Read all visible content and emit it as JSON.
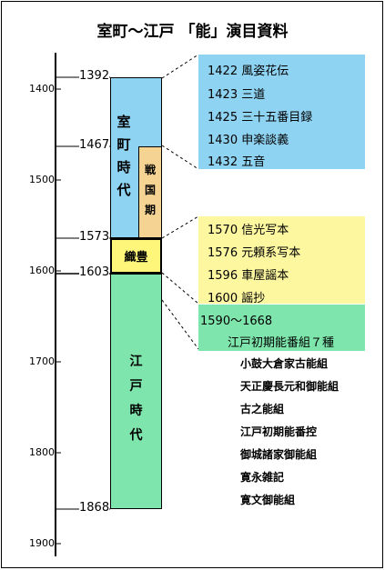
{
  "title": "室町～江戸 「能」演目資料",
  "axis_ticks": [
    "1400",
    "1500",
    "1600",
    "1700",
    "1800",
    "1900"
  ],
  "markers": [
    "1392",
    "1467",
    "1573",
    "1603",
    "1868"
  ],
  "periods": {
    "muromachi": "室\n町\n時\n代",
    "sengoku": "戦\n国\n期",
    "shokuho": "織豊",
    "edo": "江\n戸\n時\n代"
  },
  "blue_box": [
    "1422 風姿花伝",
    "1423 三道",
    "1425 三十五番目録",
    "1430 申楽談義",
    "1432 五音"
  ],
  "yellow_box": [
    "1570 信光写本",
    "1576 元頼系写本",
    "1596 車屋謡本",
    "1600 謡抄"
  ],
  "green_box": [
    "1590～1668",
    "江戸初期能番組７種"
  ],
  "edo_list": [
    "小鼓大倉家古能組",
    "天正慶長元和御能組",
    "古之能組",
    "江戸初期能番控",
    "御城諸家御能組",
    "寛永雑記",
    "寛文御能組"
  ],
  "colors": {
    "blue": "#8fd3f2",
    "tan": "#f5d493",
    "yellow": "#fdf67a",
    "green": "#7ee6ac",
    "lightyellow": "#fdf7a0"
  }
}
